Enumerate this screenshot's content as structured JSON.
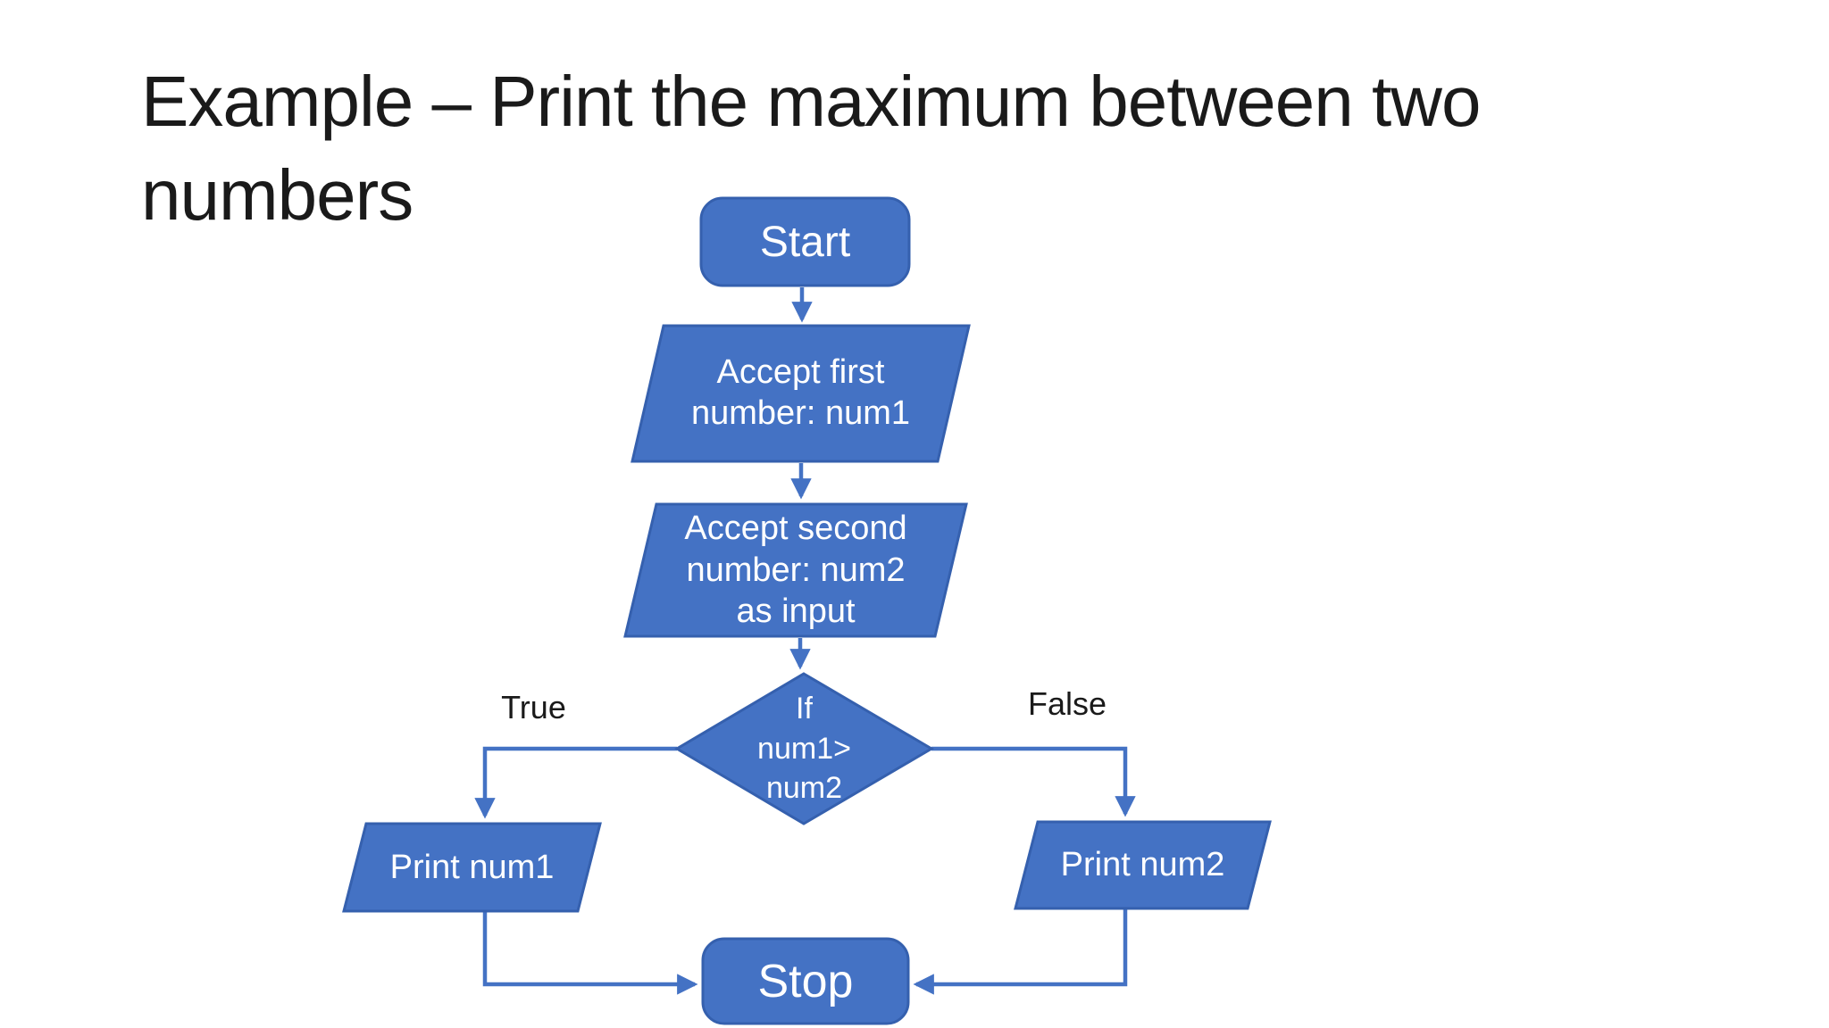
{
  "slide": {
    "title": "Example – Print the maximum between two numbers"
  },
  "colors": {
    "shape_fill": "#4472C4",
    "shape_border": "#3560AE",
    "connector": "#4472C4",
    "shape_text": "#FFFFFF",
    "annotation_text": "#1A1A1A",
    "background": "#FFFFFF"
  },
  "flowchart": {
    "nodes": {
      "start": {
        "type": "terminator",
        "label": "Start"
      },
      "input1": {
        "type": "input-output",
        "label": "Accept first\nnumber: num1"
      },
      "input2": {
        "type": "input-output",
        "label": "Accept second\nnumber: num2\nas input"
      },
      "decision": {
        "type": "decision",
        "label": "If\nnum1>\nnum2"
      },
      "print1": {
        "type": "input-output",
        "label": "Print num1"
      },
      "print2": {
        "type": "input-output",
        "label": "Print num2"
      },
      "stop": {
        "type": "terminator",
        "label": "Stop"
      }
    },
    "branches": {
      "true": {
        "label": "True"
      },
      "false": {
        "label": "False"
      }
    }
  }
}
